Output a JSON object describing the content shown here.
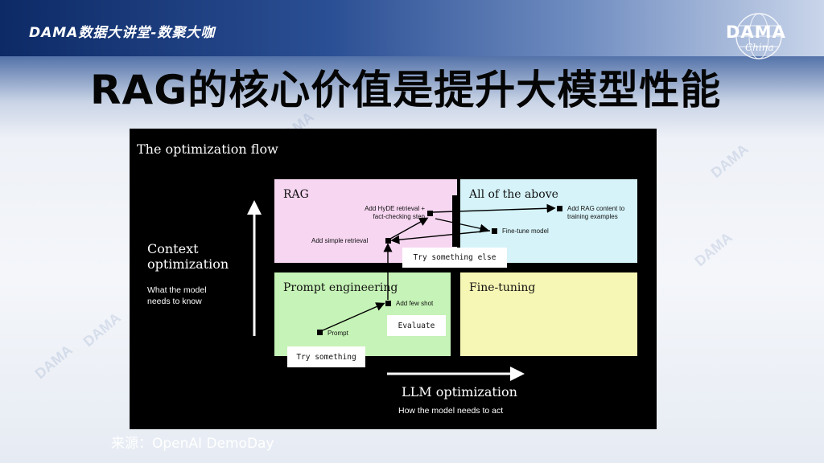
{
  "header": {
    "series_name": "DAMA数据大讲堂-数聚大咖"
  },
  "logo": {
    "word": "DAMA",
    "sub": "China"
  },
  "slide": {
    "title": "RAG的核心价值是提升大模型性能"
  },
  "watermark_text": "DAMA",
  "diagram": {
    "title": "The optimization flow",
    "y_axis": {
      "title_line1": "Context",
      "title_line2": "optimization",
      "sub_line1": "What the model",
      "sub_line2": "needs to know"
    },
    "x_axis": {
      "title": "LLM optimization",
      "sub": "How the model needs to act"
    },
    "quadrants": {
      "rag": "RAG",
      "all": "All of the above",
      "prompt": "Prompt engineering",
      "fine": "Fine-tuning"
    },
    "steps": {
      "hyde_line1": "Add HyDE retrieval +",
      "hyde_line2": "fact-checking step",
      "simple": "Add simple retrieval",
      "rag_content_line1": "Add RAG content to",
      "rag_content_line2": "training examples",
      "fine_tune": "Fine-tune model",
      "few_shot": "Add few shot",
      "prompt": "Prompt"
    },
    "tags": {
      "try_something_else": "Try something else",
      "evaluate": "Evaluate",
      "try_something": "Try something"
    }
  },
  "source": "来源：OpenAI DemoDay"
}
